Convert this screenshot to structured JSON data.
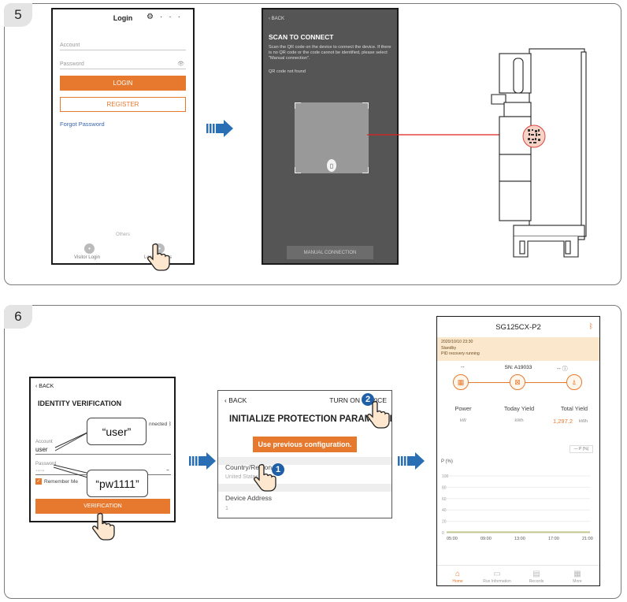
{
  "steps": {
    "s5": "5",
    "s6": "6"
  },
  "login": {
    "title": "Login",
    "settings_icon": "gear-icon",
    "more": "···",
    "account_placeholder": "Account",
    "password_placeholder": "Password",
    "login_label": "LOGIN",
    "register_label": "REGISTER",
    "forgot": "Forgot Password",
    "others": "Others",
    "visitor": "Visitor Login",
    "local": "Local Access"
  },
  "scan": {
    "back": "BACK",
    "title": "SCAN TO CONNECT",
    "desc": "Scan the QR code on the device to connect the device. If there is no QR code or the code cannot be identified, please select \"Manual connection\".",
    "not_found": "QR code not found",
    "manual": "MANUAL CONNECTION"
  },
  "identity": {
    "back": "BACK",
    "title": "IDENTITY VERIFICATION",
    "connected": "nnected",
    "account_label": "Account",
    "account_value": "user",
    "password_label": "Password",
    "password_value": "·····",
    "remember": "Remember Me",
    "verify": "VERIFICATION",
    "callout_user": "“user”",
    "callout_pw": "“pw1111”"
  },
  "init": {
    "back": "BACK",
    "turn_on": "TURN ON DEVICE",
    "title": "INITIALIZE PROTECTION PARAMETERS",
    "use_prev": "Use previous configuration.",
    "country_label": "Country/Region",
    "country_value": "United States",
    "addr_label": "Device Address",
    "addr_value": "1",
    "badge1": "1",
    "badge2": "2"
  },
  "home": {
    "title": "SG125CX-P2",
    "date": "2020/10/10 23:30",
    "status": "Standby",
    "pid": "PID recovery running",
    "sn": "SN: A19033",
    "left_dash": "--",
    "right_dash": "-- ⓘ",
    "power_label": "Power",
    "power_unit": "kW",
    "today_label": "Today Yield",
    "today_unit": "kWh",
    "total_label": "Total Yield",
    "total_value": "1,297.2",
    "total_unit": "kWh",
    "legend": "— P (%)",
    "y_title": "P (%)",
    "y_ticks": [
      "100",
      "80",
      "60",
      "40",
      "20",
      "0"
    ],
    "x_ticks": [
      "05:00",
      "09:00",
      "13:00",
      "17:00",
      "21:00"
    ],
    "nav": [
      "Home",
      "Run Information",
      "Records",
      "More"
    ]
  }
}
